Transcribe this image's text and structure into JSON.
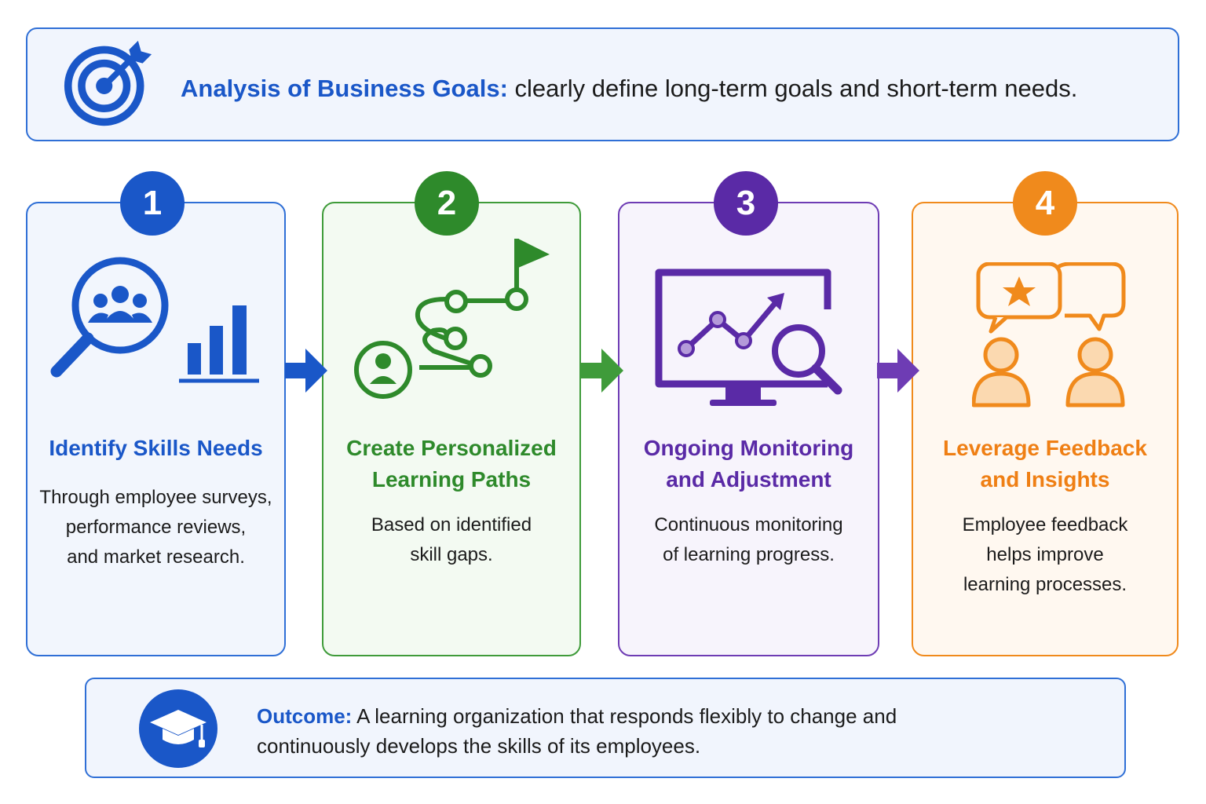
{
  "banner": {
    "label": "Analysis of Business Goals:",
    "text": "clearly define long-term goals and short-term needs.",
    "icon": "target-icon"
  },
  "steps": [
    {
      "number": "1",
      "title": [
        "Identify Skills Needs"
      ],
      "desc": [
        "Through employee surveys,",
        "performance reviews,",
        "and market research."
      ],
      "color": "#1a57c8",
      "icon": "search-people-chart-icon"
    },
    {
      "number": "2",
      "title": [
        "Create Personalized",
        "Learning Paths"
      ],
      "desc": [
        "Based on identified",
        "skill gaps."
      ],
      "color": "#2e8a2b",
      "icon": "learning-path-icon"
    },
    {
      "number": "3",
      "title": [
        "Ongoing Monitoring",
        "and Adjustment"
      ],
      "desc": [
        "Continuous monitoring",
        "of learning progress."
      ],
      "color": "#5a2aa6",
      "icon": "monitor-analytics-icon"
    },
    {
      "number": "4",
      "title": [
        "Leverage Feedback",
        "and Insights"
      ],
      "desc": [
        "Employee feedback",
        "helps improve",
        "learning processes."
      ],
      "color": "#f08a1c",
      "icon": "feedback-people-icon"
    }
  ],
  "outcome": {
    "label": "Outcome:",
    "line1": "A learning organization that responds flexibly to change and",
    "line2": "continuously develops the skills of its employees.",
    "icon": "graduation-cap-icon"
  }
}
